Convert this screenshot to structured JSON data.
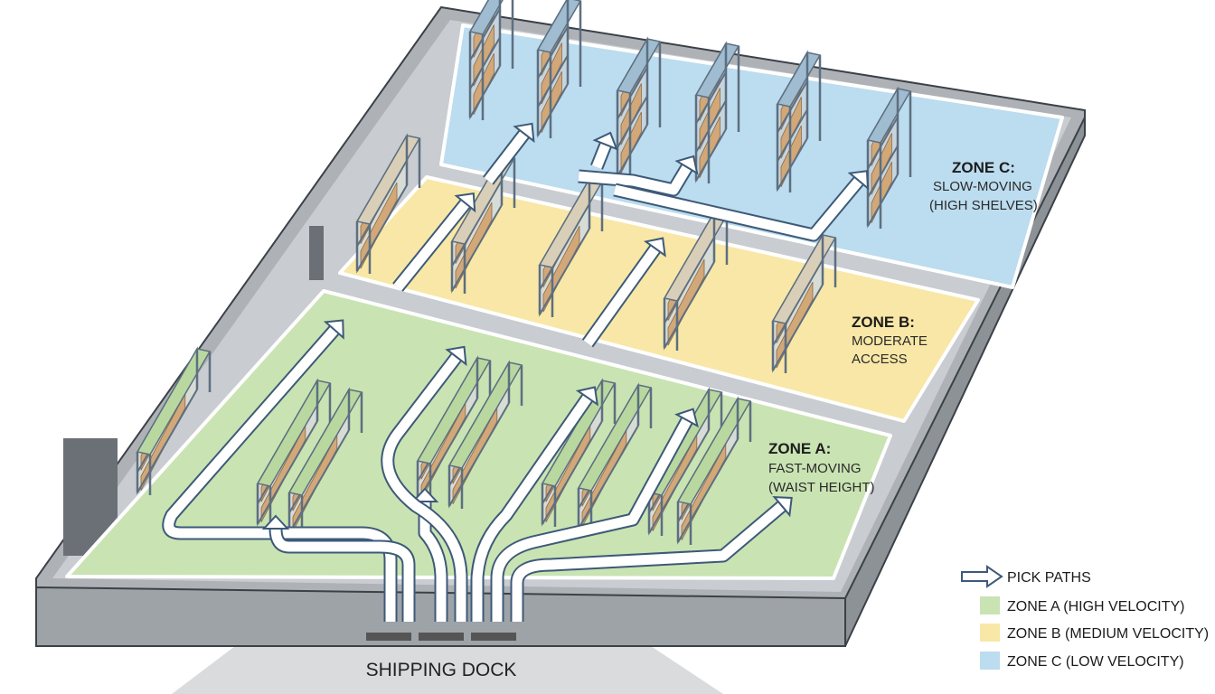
{
  "zones": [
    {
      "id": "a",
      "title": "ZONE A:",
      "line1": "FAST-MOVING",
      "line2": "(WAIST HEIGHT)",
      "color": "#c9e3b3"
    },
    {
      "id": "b",
      "title": "ZONE B:",
      "line1": "MODERATE",
      "line2": "ACCESS",
      "color": "#f8e7a6"
    },
    {
      "id": "c",
      "title": "ZONE C:",
      "line1": "SLOW-MOVING",
      "line2": "(HIGH SHELVES)",
      "color": "#bcdcef"
    }
  ],
  "legend": {
    "pick_paths": "PICK PATHS",
    "zone_a": "ZONE A (HIGH VELOCITY)",
    "zone_b": "ZONE B (MEDIUM VELOCITY)",
    "zone_c": "ZONE C (LOW VELOCITY)"
  },
  "dock_label": "SHIPPING DOCK",
  "colors": {
    "wall": "#9ea3a8",
    "floor": "#c5c8cc",
    "rack": "#5d6f80",
    "box": "#d2a878",
    "path": "#ffffff",
    "path_outline": "#3d5a78"
  }
}
